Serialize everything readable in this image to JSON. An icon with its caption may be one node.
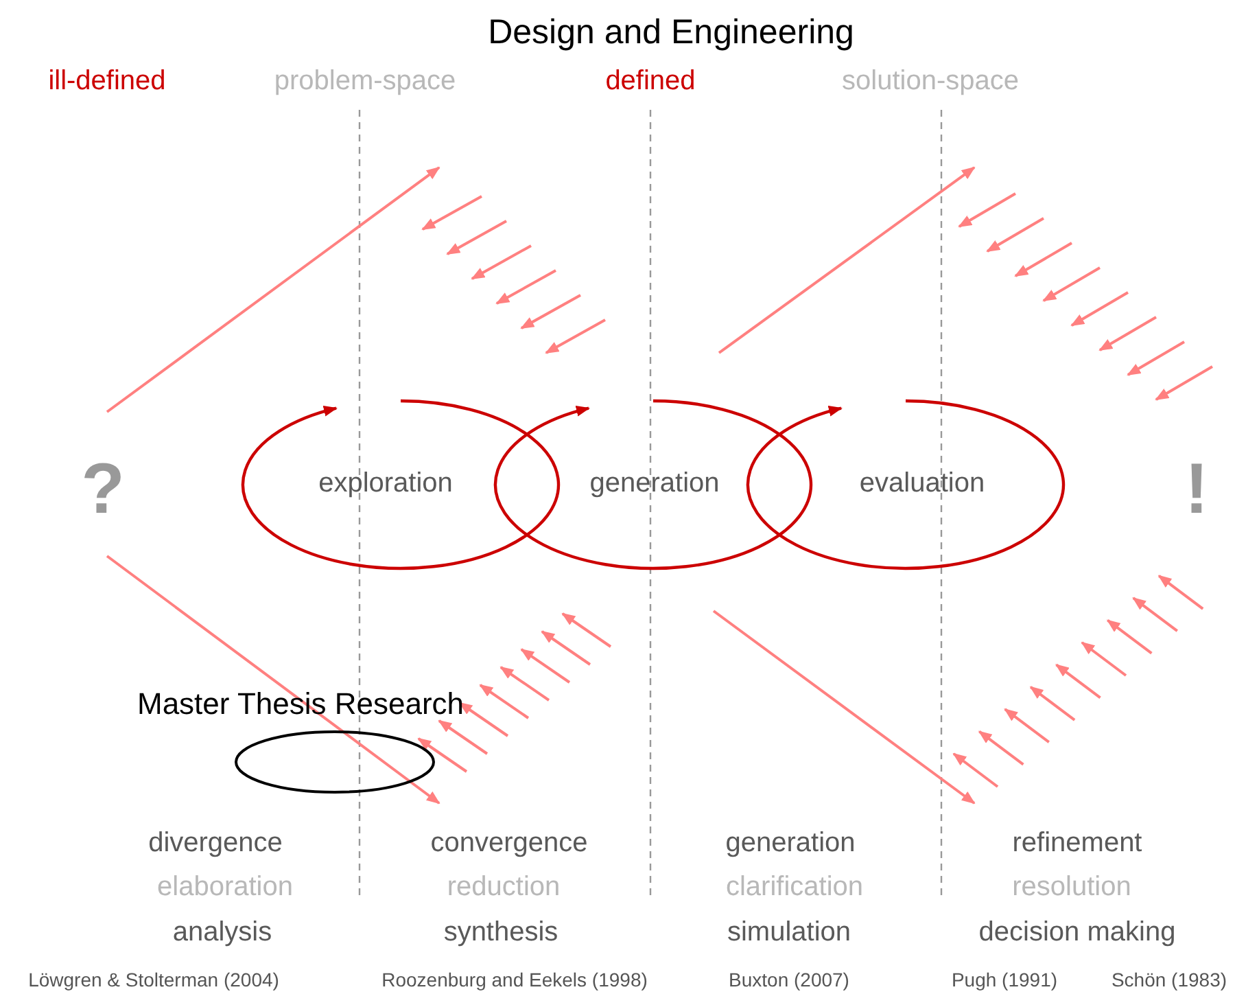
{
  "diagram": {
    "title": "Design and Engineering",
    "nodes": [
      {
        "text": [
          "Master Thesis Research"
        ]
      }
    ],
    "edges": [],
    "labels": [
      "ill-defined",
      "problem-space",
      "defined",
      "solution-space",
      "?",
      "exploration",
      "generation",
      "evaluation",
      "!",
      "divergence",
      "convergence",
      "generation",
      "refinement",
      "elaboration",
      "reduction",
      "clarification",
      "resolution",
      "analysis",
      "synthesis",
      "simulation",
      "decision making",
      "Löwgren & Stolterman (2004)",
      "Roozenburg and Eekels (1998)",
      "Buxton (2007)",
      "Pugh (1991)",
      "Schön (1983)"
    ]
  }
}
